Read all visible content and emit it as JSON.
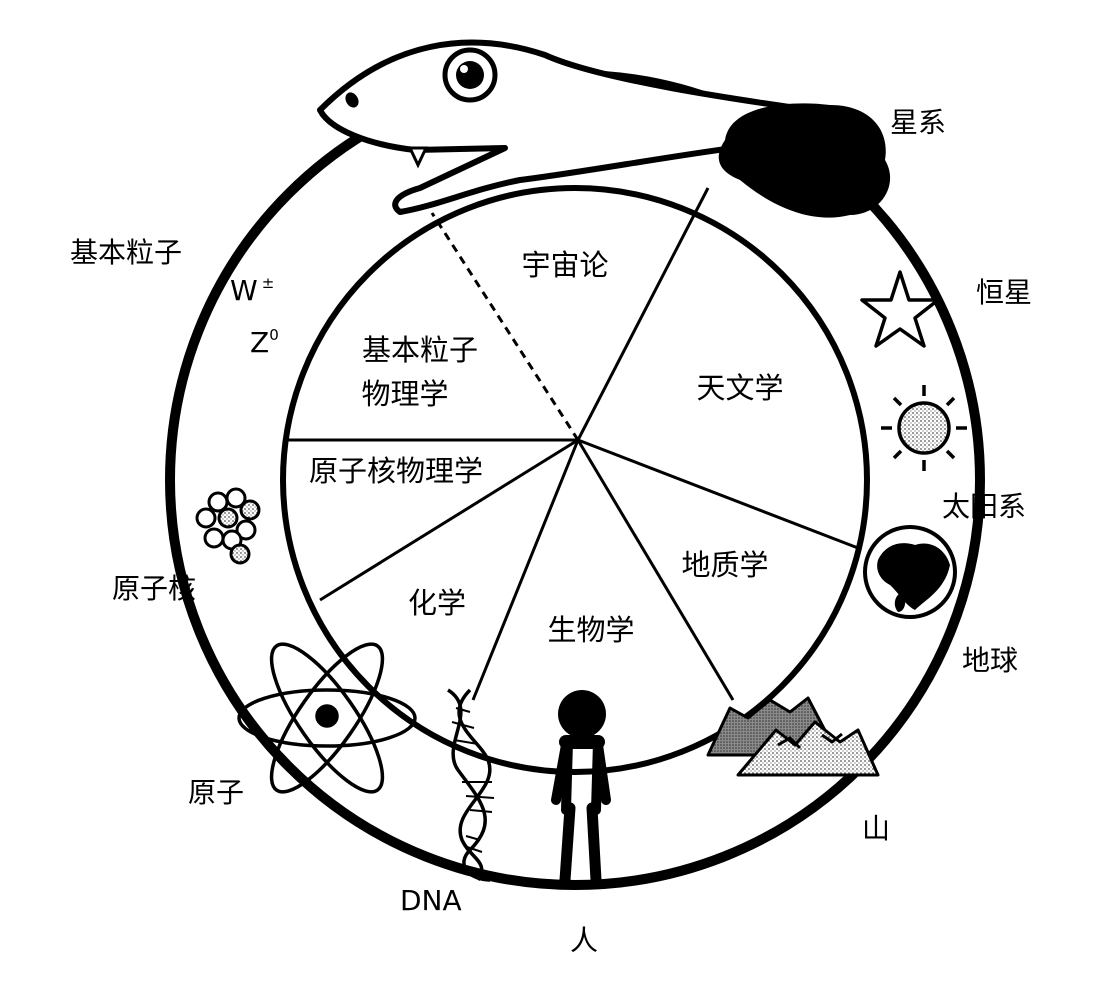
{
  "sectors": {
    "cosmology": "宇宙论",
    "particle_physics_line1": "基本粒子",
    "particle_physics_line2": "物理学",
    "astronomy": "天文学",
    "nuclear_physics": "原子核物理学",
    "geology": "地质学",
    "chemistry": "化学",
    "biology": "生物学"
  },
  "outer_labels": {
    "elementary_particles": "基本粒子",
    "w_boson": "W",
    "w_boson_sup": "±",
    "z_boson": "Z",
    "z_boson_sup": "0",
    "nucleus": "原子核",
    "atom": "原子",
    "dna": "DNA",
    "human": "人",
    "mountain": "山",
    "earth": "地球",
    "solar_system": "太阳系",
    "star": "恒星",
    "galaxy": "星系"
  }
}
